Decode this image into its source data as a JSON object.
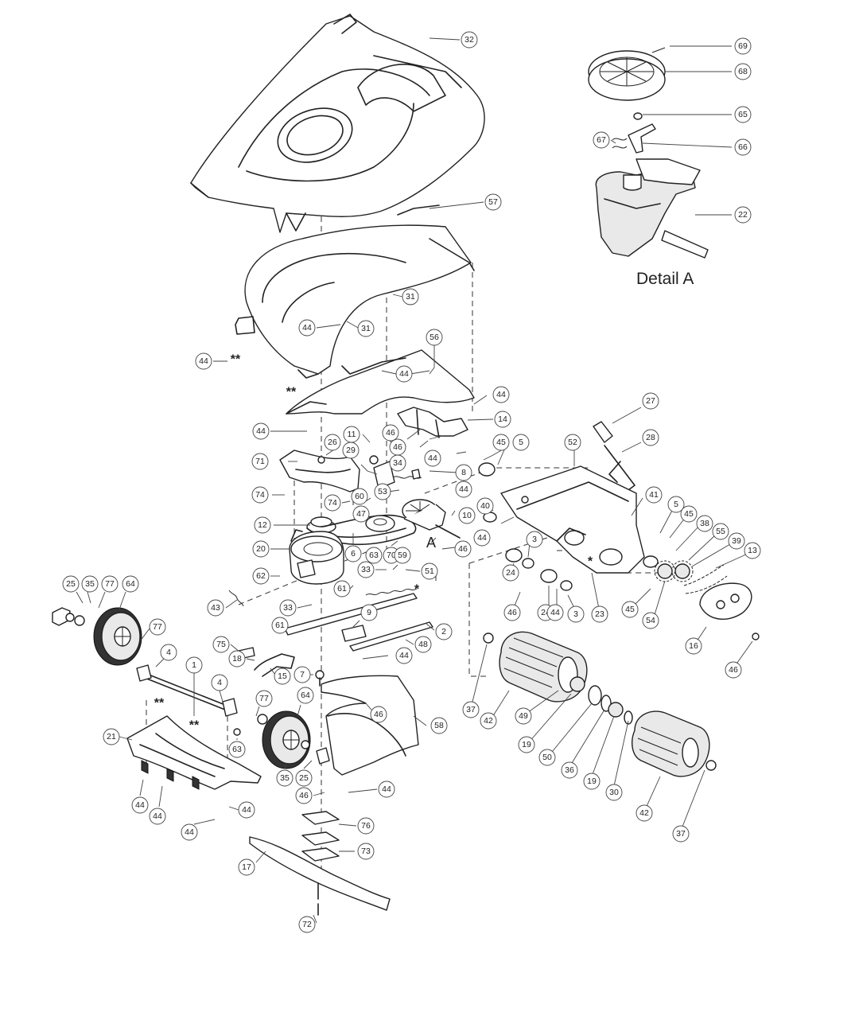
{
  "detail_title": "Detail A",
  "pointer_letter": "A",
  "markers": [
    "*",
    "**"
  ],
  "callouts": {
    "p32": "32",
    "p57": "57",
    "p31a": "31",
    "p31b": "31",
    "p44a": "44",
    "p44b": "44",
    "p56": "56",
    "p44c": "44",
    "p44d": "44",
    "p14": "14",
    "p44e": "44",
    "p11": "11",
    "p46a": "46",
    "p46b": "46",
    "p26": "26",
    "p29": "29",
    "p34": "34",
    "p44f": "44",
    "p45a": "45",
    "p5a": "5",
    "p71": "71",
    "p74a": "74",
    "p8": "8",
    "p53": "53",
    "p44g": "44",
    "p74b": "74",
    "p60": "60",
    "p47": "47",
    "p10": "10",
    "p40": "40",
    "p44h": "44",
    "p12": "12",
    "p6": "6",
    "p70": "70",
    "p46c": "46",
    "p20": "20",
    "p63a": "63",
    "p59": "59",
    "p33a": "33",
    "p51": "51",
    "p62": "62",
    "p61a": "61",
    "p43": "43",
    "p33b": "33",
    "p61b": "61",
    "p9": "9",
    "p2": "2",
    "p48": "48",
    "p75": "75",
    "p18": "18",
    "p44i": "44",
    "p15": "15",
    "p7": "7",
    "p25a": "25",
    "p35a": "35",
    "p77a": "77",
    "p64a": "64",
    "p77b": "77",
    "p4a": "4",
    "p1": "1",
    "p4b": "4",
    "p77c": "77",
    "p64b": "64",
    "p63b": "63",
    "p21": "21",
    "p25b": "25",
    "p35b": "35",
    "p44j": "44",
    "p44k": "44",
    "p44l": "44",
    "p44m": "44",
    "p46d": "46",
    "p58": "58",
    "p46e": "46",
    "p44n": "44",
    "p76": "76",
    "p73": "73",
    "p17": "17",
    "p72": "72",
    "p27": "27",
    "p28": "28",
    "p52": "52",
    "p41": "41",
    "p5b": "5",
    "p45b": "45",
    "p38": "38",
    "p55": "55",
    "p39": "39",
    "p13": "13",
    "p3a": "3",
    "p24a": "24",
    "p46f": "46",
    "p24b": "24",
    "p44o": "44",
    "p3b": "3",
    "p23": "23",
    "p45c": "45",
    "p54": "54",
    "p16": "16",
    "p46g": "46",
    "p37a": "37",
    "p42a": "42",
    "p49": "49",
    "p19a": "19",
    "p50": "50",
    "p36": "36",
    "p19b": "19",
    "p30": "30",
    "p42b": "42",
    "p37b": "37",
    "p69": "69",
    "p68": "68",
    "p65": "65",
    "p67": "67",
    "p66": "66",
    "p22": "22"
  }
}
